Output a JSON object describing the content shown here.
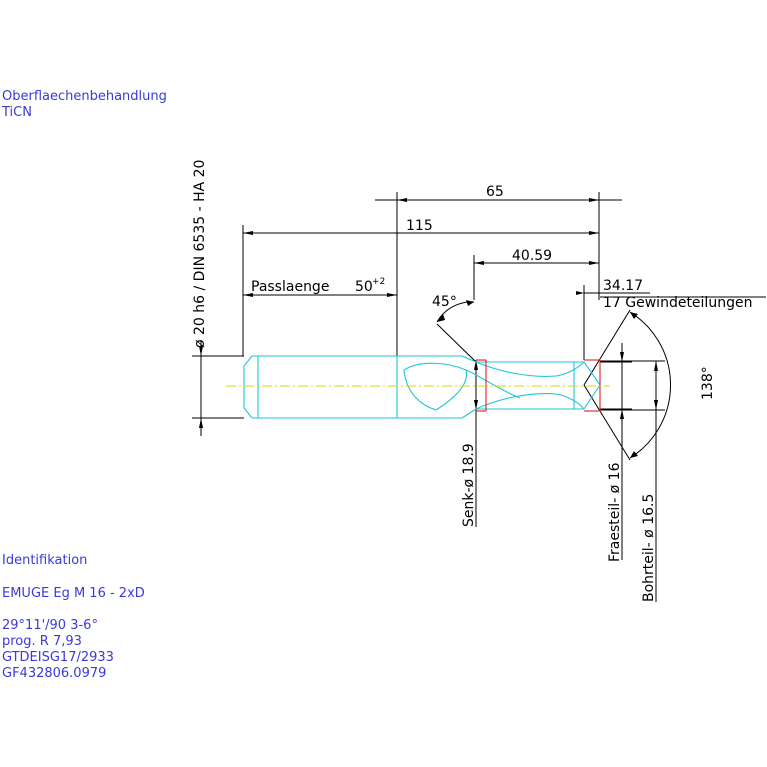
{
  "surface": {
    "label": "Oberflaechenbehandlung",
    "value": "TiCN"
  },
  "shank_spec": "ø 20 h6 / DIN 6535 - HA 20",
  "dimensions": {
    "d65": "65",
    "d115": "115",
    "d40_59": "40.59",
    "d34_17": "34.17",
    "thread_pitches": "17 Gewindeteilungen",
    "pass_label": "Passlaenge",
    "pass_value": "50",
    "pass_tol": "+2",
    "angle45": "45°",
    "angle138": "138°",
    "senk": "Senk-ø 18.9",
    "fraes": "Fraesteil-  ø 16",
    "bohr": "Bohrteil-  ø 16.5"
  },
  "identification": {
    "title": "Identifikation",
    "line1": "EMUGE   Eg  M  16  -  2xD",
    "line2": "  29°11'/90   3-6°",
    "line3": "prog.  R  7,93",
    "line4": "GTDEISG17/2933",
    "line5": " GF432806.0979"
  },
  "colors": {
    "text": "#3a3ad8",
    "outline": "#1fc6d8",
    "chamfer": "#e02020",
    "centerline": "#d8d800",
    "dimension": "#000000"
  }
}
